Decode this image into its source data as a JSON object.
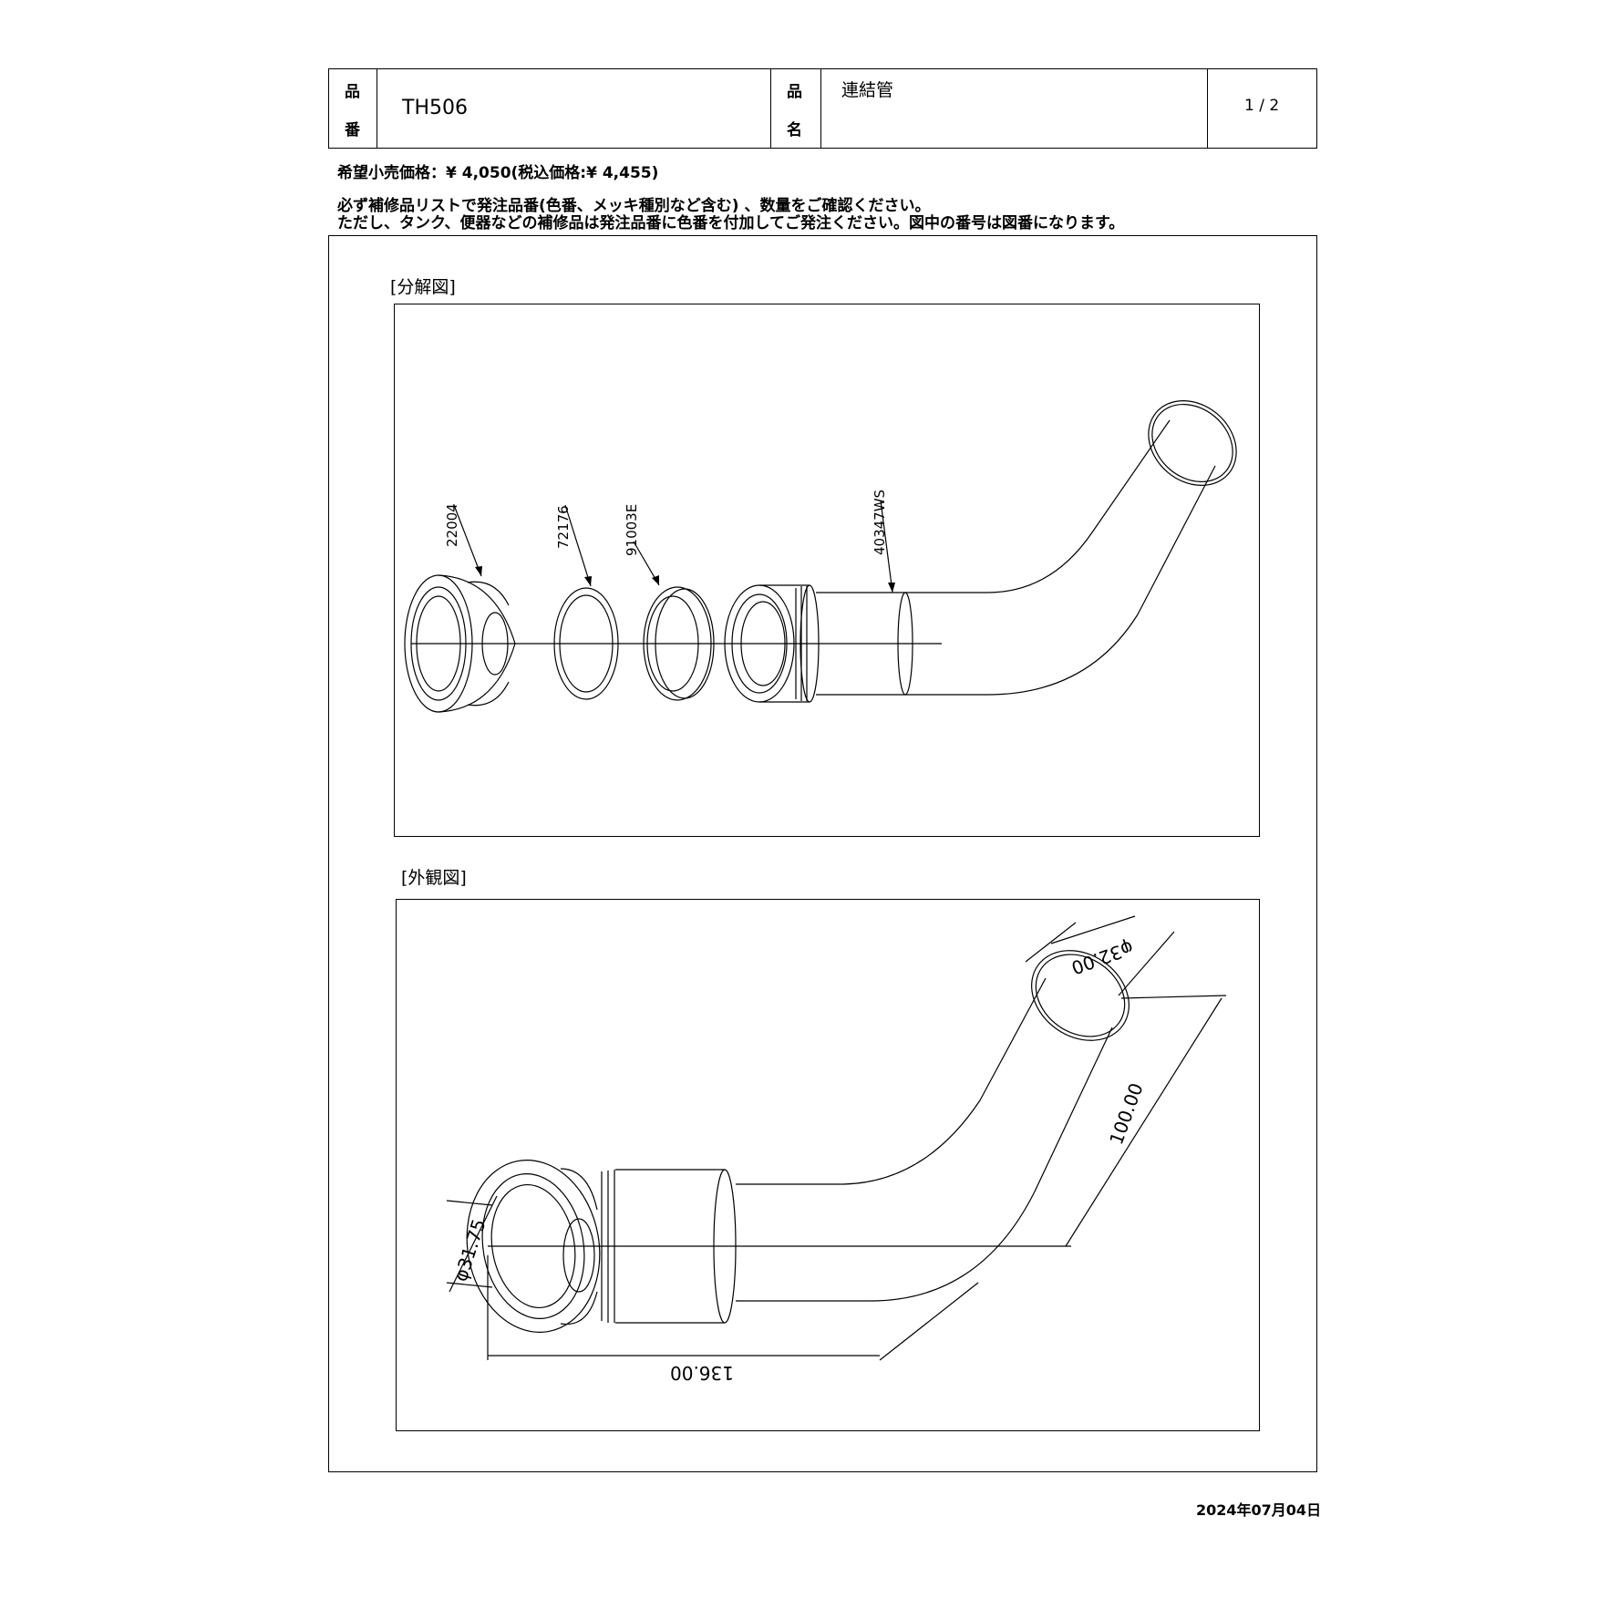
{
  "header": {
    "part_no_label_1": "品",
    "part_no_label_2": "番",
    "part_no": "TH506",
    "part_name_label_1": "品",
    "part_name_label_2": "名",
    "part_name": "連結管",
    "page": "1 / 2"
  },
  "price_line": "希望小売価格：¥ 4,050(税込価格:¥ 4,455)",
  "notice_line_1": "必ず補修品リストで発注品番(色番、メッキ種別など含む) 、数量をご確認ください。",
  "notice_line_2": "ただし、タンク、便器などの補修品は発注品番に色番を付加してご発注ください。図中の番号は図番になります。",
  "exploded": {
    "title": "[分解図]",
    "parts": [
      "22004",
      "72176",
      "91003E",
      "40347WS"
    ]
  },
  "external": {
    "title": "[外観図]",
    "dim_diameter_top": "φ32.00",
    "dim_height": "100.00",
    "dim_diameter_nut": "φ31.75",
    "dim_length": "136.00"
  },
  "date": "2024年07月04日"
}
